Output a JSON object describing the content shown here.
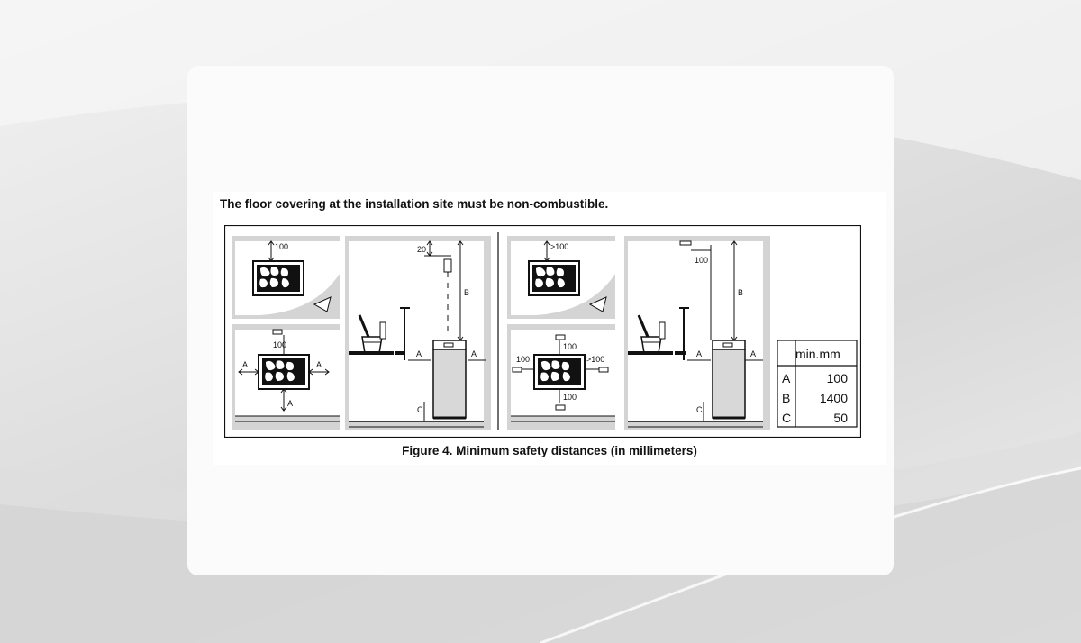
{
  "heading": "The floor covering at the installation site must be non-combustible.",
  "caption": "Figure 4. Minimum safety distances (in millimeters)",
  "diagram": {
    "left_top_dim": "100",
    "left_bottom_top": "100",
    "left_bottom_side_a": "A",
    "left_bottom_under": "A",
    "left_wall_top": "20",
    "left_wall_b": "B",
    "left_wall_a1": "A",
    "left_wall_a2": "A",
    "left_wall_c": "C",
    "right_top_dim": ">100",
    "right_bottom_top": "100",
    "right_bottom_left": "100",
    "right_bottom_right": ">100",
    "right_bottom_under": "100",
    "right_wall_top": "100",
    "right_wall_b": "B",
    "right_wall_a1": "A",
    "right_wall_a2": "A",
    "right_wall_c": "C"
  },
  "table": {
    "header": "min.mm",
    "rows": [
      {
        "label": "A",
        "value": "100"
      },
      {
        "label": "B",
        "value": "1400"
      },
      {
        "label": "C",
        "value": "50"
      }
    ]
  }
}
